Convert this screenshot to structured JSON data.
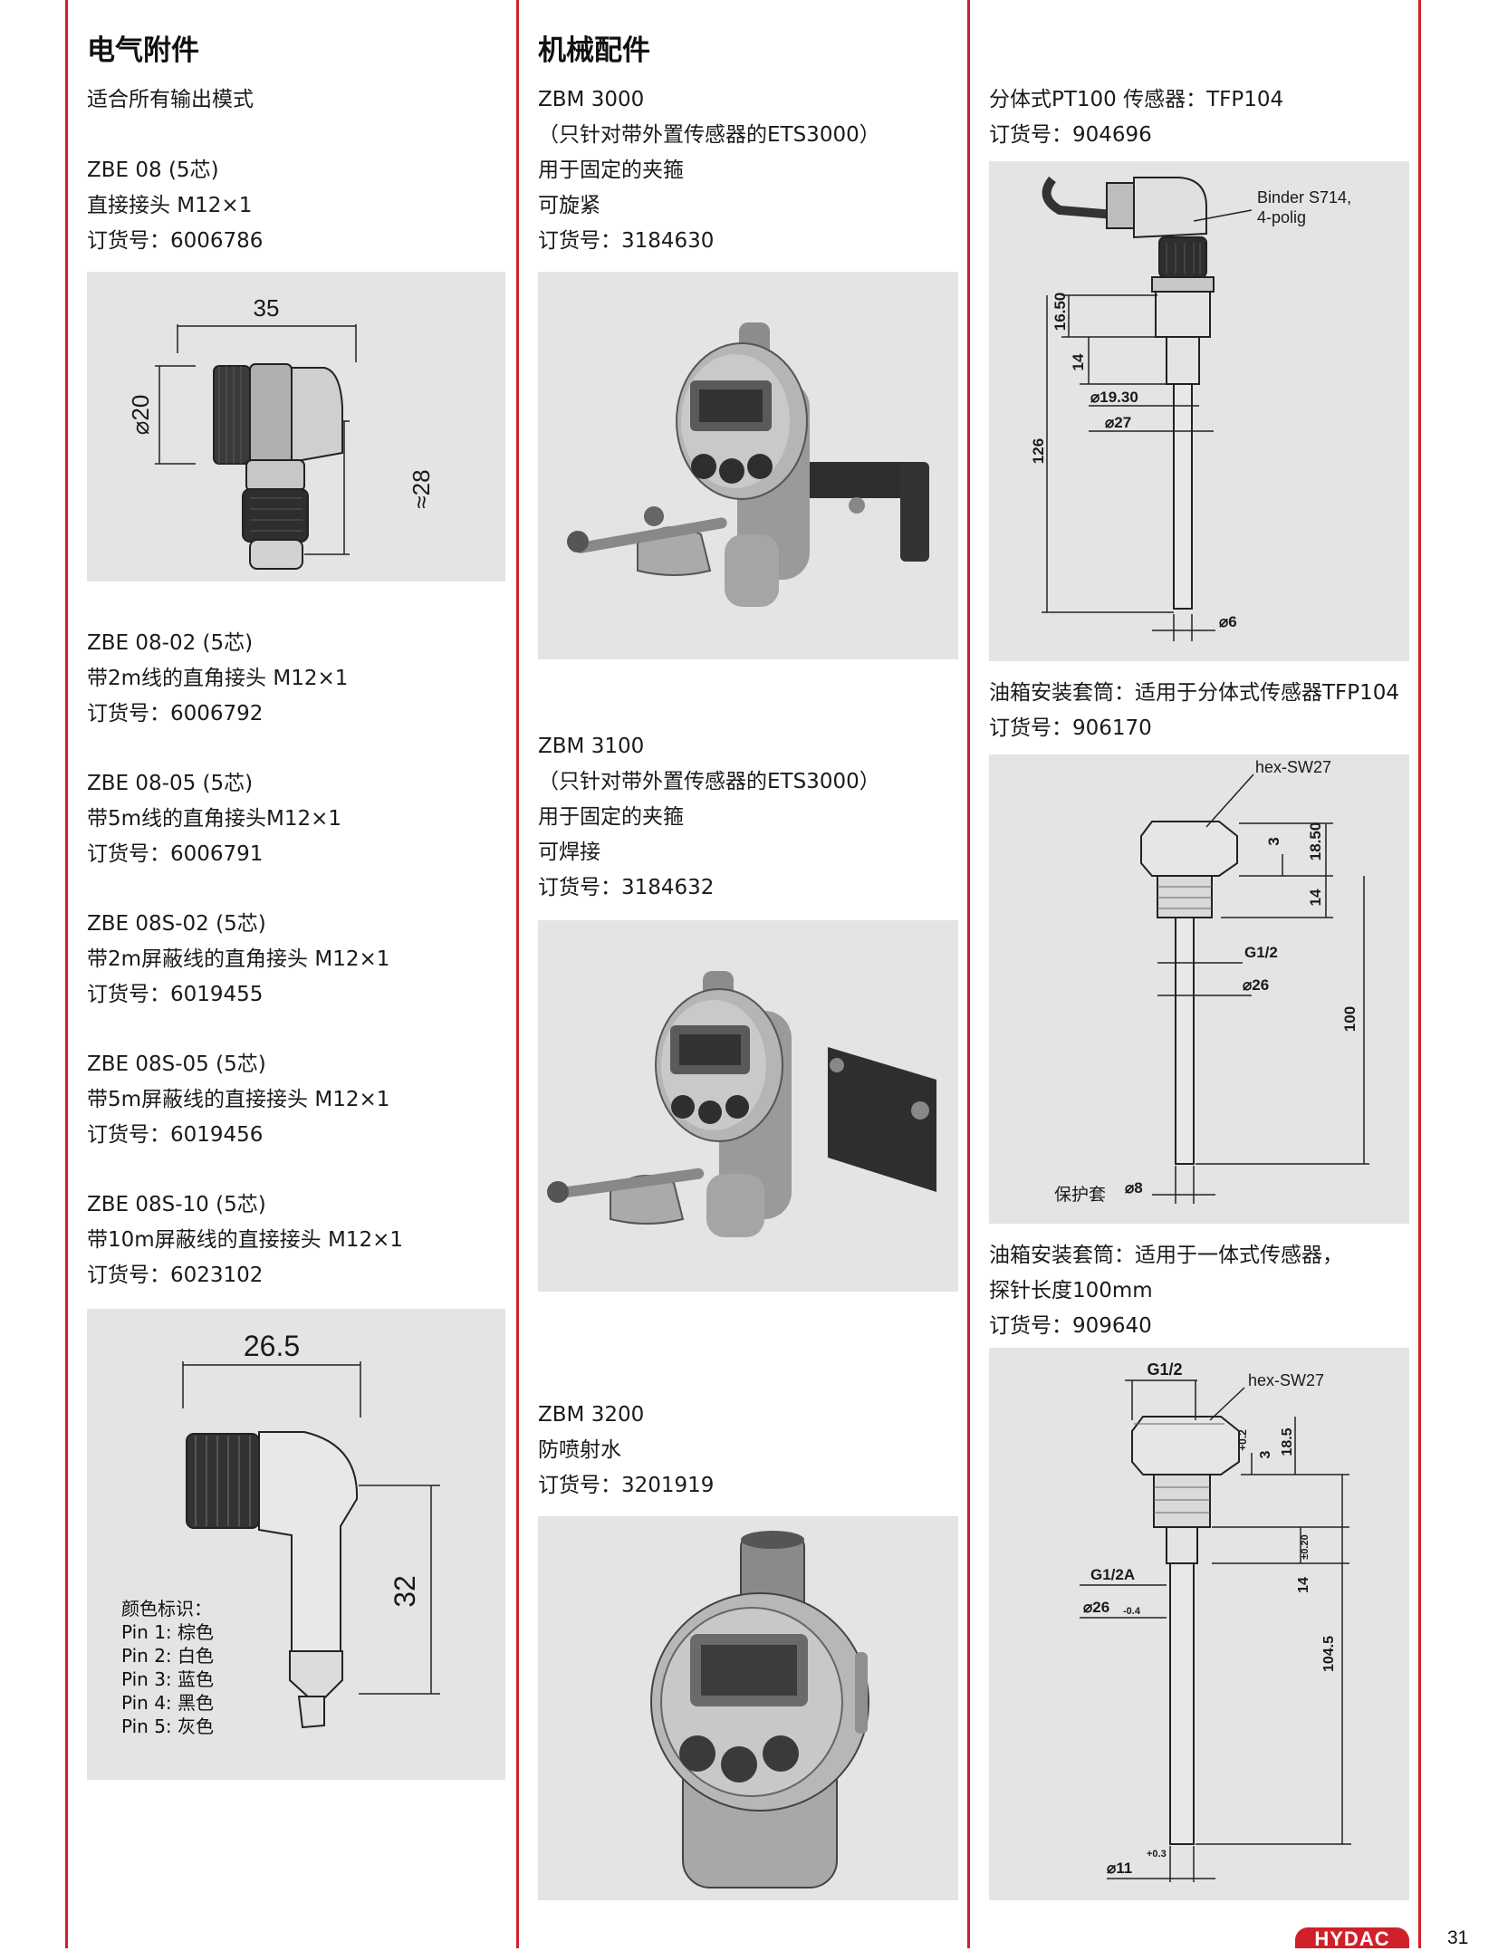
{
  "left": {
    "heading": "电气附件",
    "intro": "适合所有输出模式",
    "items": [
      {
        "code": "ZBE 08 (5芯)",
        "desc": "直接接头 M12×1",
        "order": "订货号：6006786"
      },
      {
        "code": "ZBE 08-02 (5芯)",
        "desc": "带2m线的直角接头 M12×1",
        "order": "订货号：6006792"
      },
      {
        "code": "ZBE 08-05 (5芯)",
        "desc": "带5m线的直角接头M12×1",
        "order": "订货号：6006791"
      },
      {
        "code": "ZBE 08S-02 (5芯)",
        "desc": "带2m屏蔽线的直角接头 M12×1",
        "order": "订货号：6019455"
      },
      {
        "code": "ZBE 08S-05 (5芯)",
        "desc": "带5m屏蔽线的直接接头 M12×1",
        "order": "订货号：6019456"
      },
      {
        "code": "ZBE 08S-10 (5芯)",
        "desc": "带10m屏蔽线的直接接头 M12×1",
        "order": "订货号：6023102"
      }
    ],
    "drawing1": {
      "dim_width": "35",
      "dim_dia": "⌀20",
      "dim_len": "≈28"
    },
    "drawing2": {
      "dim_width": "26.5",
      "dim_len": "32",
      "legend_title": "颜色标识：",
      "pins": [
        "Pin 1:  棕色",
        "Pin 2:  白色",
        "Pin 3:  蓝色",
        "Pin 4:  黑色",
        "Pin 5:  灰色"
      ]
    }
  },
  "middle": {
    "heading": "机械配件",
    "items": [
      {
        "code": "ZBM 3000",
        "lines": [
          "（只针对带外置传感器的ETS3000）",
          "用于固定的夹箍",
          "可旋紧"
        ],
        "order": "订货号：3184630"
      },
      {
        "code": "ZBM 3100",
        "lines": [
          "（只针对带外置传感器的ETS3000）",
          "用于固定的夹箍",
          "可焊接"
        ],
        "order": "订货号：3184632"
      },
      {
        "code": "ZBM 3200",
        "lines": [
          "防喷射水"
        ],
        "order": "订货号：3201919"
      }
    ]
  },
  "right": {
    "items": [
      {
        "lines": [
          "分体式PT100 传感器：TFP104"
        ],
        "order": "订货号：904696"
      },
      {
        "lines": [
          "油箱安装套筒：适用于分体式传感器TFP104"
        ],
        "order": "订货号：906170"
      },
      {
        "lines": [
          "油箱安装套筒：适用于一体式传感器，",
          "探针长度100mm"
        ],
        "order": "订货号：909640"
      }
    ],
    "drawing1": {
      "connector": "Binder S714,",
      "poles": "4-polig",
      "d16": "16.50",
      "d14": "14",
      "d126": "126",
      "dia1930": "⌀19.30",
      "dia27": "⌀27",
      "dia6": "⌀6"
    },
    "drawing2": {
      "hex": "hex-SW27",
      "d3": "3",
      "d1850": "18.50",
      "d14": "14",
      "thread": "G1/2",
      "dia26": "⌀26",
      "d100": "100",
      "sleeve": "保护套",
      "dia8": "⌀8"
    },
    "drawing3": {
      "thread_top": "G1/2",
      "hex": "hex-SW27",
      "tol02": "+0.2",
      "d3": "3",
      "d185": "18.5",
      "thread": "G1/2A",
      "dia26": "⌀26",
      "tol_neg": "-0.4",
      "d14": "14",
      "tol_pm": "±0.20",
      "d1045": "104.5",
      "dia11": "⌀11",
      "tol03": "+0.3"
    }
  },
  "footer": {
    "brand": "HYDAC",
    "page": "31"
  },
  "colors": {
    "accent_red": "#d0202a",
    "panel_gray": "#e4e4e4"
  }
}
